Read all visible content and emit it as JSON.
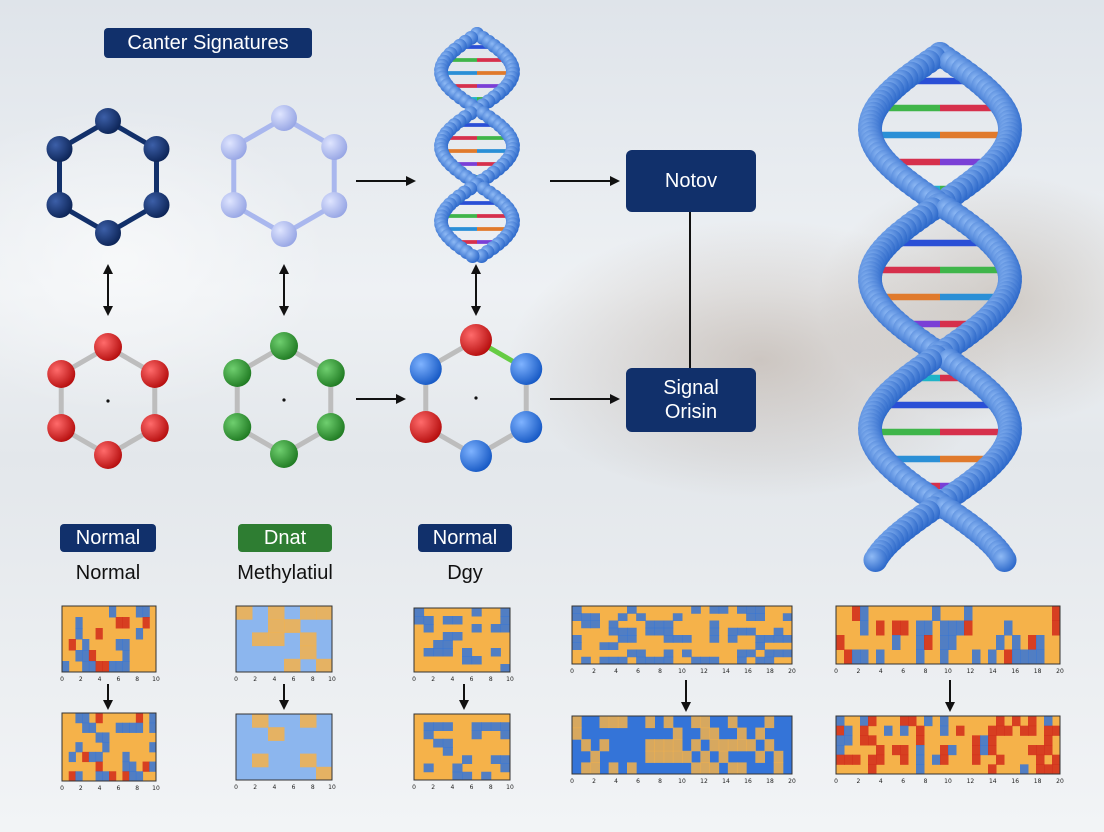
{
  "title": "Canter Signatures",
  "boxes": {
    "top": "Notov",
    "bottom_line1": "Signal",
    "bottom_line2": "Orisin"
  },
  "labels": [
    {
      "tag": "Normal",
      "caption": "Normal",
      "tag_color": "#11306b"
    },
    {
      "tag": "Dnat",
      "caption": "Methylatiul",
      "tag_color": "#2e7d32"
    },
    {
      "tag": "Normal",
      "caption": "Dgy",
      "tag_color": "#11306b"
    }
  ],
  "molecules": [
    {
      "name": "navy-hexagon",
      "node_color": "#12306a",
      "bond_color": "#12306a"
    },
    {
      "name": "lavender-hexagon",
      "node_color": "#a9b7ee",
      "bond_color": "#a9b7ee"
    },
    {
      "name": "red-hexagon",
      "node_color": "#d11818",
      "bond_color": "#bdbdbd"
    },
    {
      "name": "green-hexagon",
      "node_color": "#2e8b2e",
      "bond_color": "#bdbdbd"
    },
    {
      "name": "blue-red-hexagon",
      "node_color": "#1f6fd6",
      "accent_color": "#d11818",
      "bond_color": "#bdbdbd"
    }
  ],
  "heatmap_ticks": [
    "0",
    "2",
    "4",
    "6",
    "8",
    "10"
  ],
  "heatmap_ticks_wide": [
    "0",
    "2",
    "4",
    "6",
    "8",
    "10",
    "12",
    "14",
    "16",
    "18",
    "20"
  ],
  "colors": {
    "navy": "#11306b",
    "green": "#2e7d32",
    "heat_blue": "#2f6fd6",
    "heat_orange": "#f5b24a",
    "heat_red": "#d12a1a",
    "dna_blue": "#3b78d8"
  }
}
